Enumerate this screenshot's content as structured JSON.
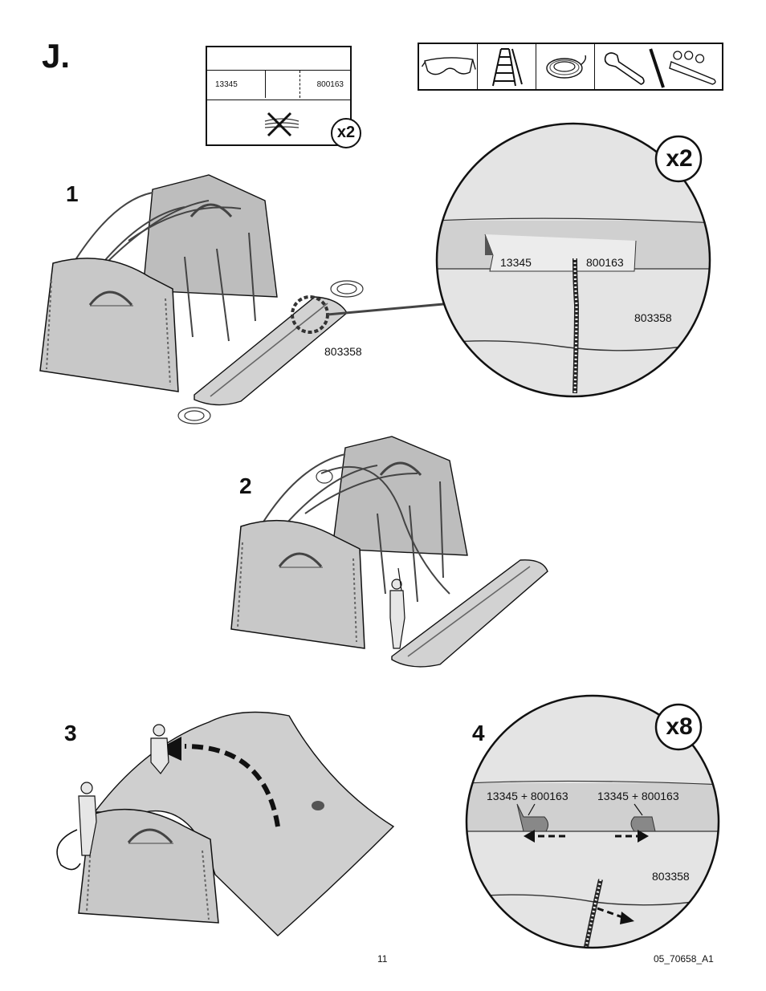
{
  "section_letter": "J.",
  "parts_box": {
    "left_part": "13345",
    "right_part": "800163",
    "quantity": "x2"
  },
  "tools": [
    {
      "icon": "safety-glasses-icon"
    },
    {
      "icon": "step-ladder-icon"
    },
    {
      "icon": "rope-icon"
    },
    {
      "icon": "wrench-icon"
    },
    {
      "icon": "socket-set-icon"
    }
  ],
  "steps": {
    "step1": {
      "number": "1",
      "cover_part": "803358",
      "detail": {
        "quantity": "x2",
        "left_part": "13345",
        "right_part": "800163",
        "cover_part": "803358"
      }
    },
    "step2": {
      "number": "2"
    },
    "step3": {
      "number": "3"
    },
    "step4": {
      "number": "4",
      "detail": {
        "quantity": "x8",
        "left_combo": "13345 + 800163",
        "right_combo": "13345 + 800163",
        "cover_part": "803358"
      }
    }
  },
  "footer": {
    "page_number": "11",
    "doc_code": "05_70658_A1"
  }
}
